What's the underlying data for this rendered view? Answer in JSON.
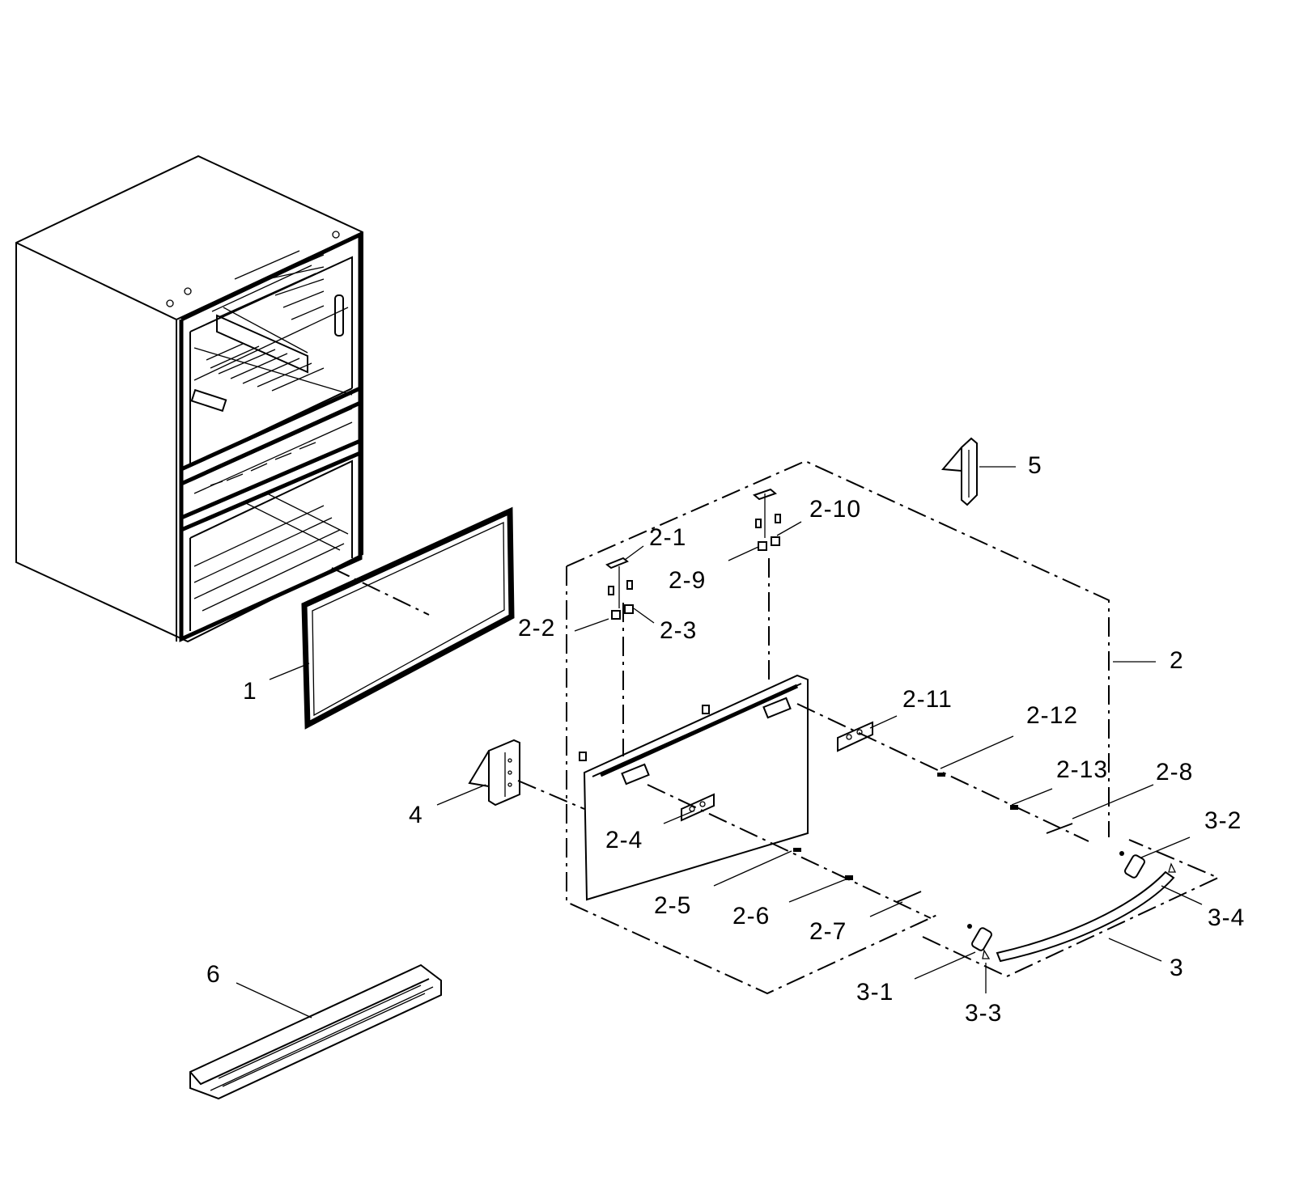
{
  "callouts": {
    "c1": "1",
    "c2": "2",
    "c2_1": "2-1",
    "c2_2": "2-2",
    "c2_3": "2-3",
    "c2_4": "2-4",
    "c2_5": "2-5",
    "c2_6": "2-6",
    "c2_7": "2-7",
    "c2_8": "2-8",
    "c2_9": "2-9",
    "c2_10": "2-10",
    "c2_11": "2-11",
    "c2_12": "2-12",
    "c2_13": "2-13",
    "c3": "3",
    "c3_1": "3-1",
    "c3_2": "3-2",
    "c3_3": "3-3",
    "c3_4": "3-4",
    "c4": "4",
    "c5": "5",
    "c6": "6"
  },
  "colors": {
    "ink": "#000000",
    "paper": "#ffffff"
  }
}
